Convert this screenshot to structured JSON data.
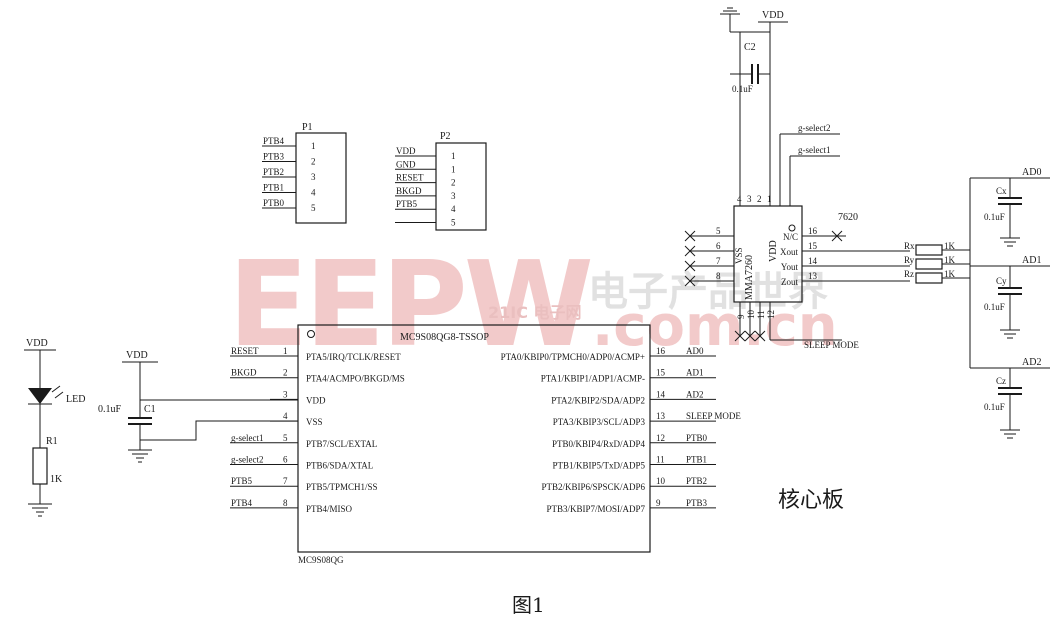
{
  "figure_caption": "图1",
  "board_label": "核心板",
  "mcu": {
    "title": "MC9S08QG8-TSSOP",
    "footer": "MC9S08QG",
    "left_pins": [
      {
        "net": "RESET",
        "num": "1",
        "name": "PTA5/IRQ/TCLK/RESET"
      },
      {
        "net": "BKGD",
        "num": "2",
        "name": "PTA4/ACMPO/BKGD/MS"
      },
      {
        "net": "",
        "num": "3",
        "name": "VDD"
      },
      {
        "net": "",
        "num": "4",
        "name": "VSS"
      },
      {
        "net": "g-select1",
        "num": "5",
        "name": "PTB7/SCL/EXTAL"
      },
      {
        "net": "g-select2",
        "num": "6",
        "name": "PTB6/SDA/XTAL"
      },
      {
        "net": "PTB5",
        "num": "7",
        "name": "PTB5/TPMCH1/SS"
      },
      {
        "net": "PTB4",
        "num": "8",
        "name": "PTB4/MISO"
      }
    ],
    "right_pins": [
      {
        "num": "16",
        "name": "PTA0/KBIP0/TPMCH0/ADP0/ACMP+",
        "net": "AD0"
      },
      {
        "num": "15",
        "name": "PTA1/KBIP1/ADP1/ACMP-",
        "net": "AD1"
      },
      {
        "num": "14",
        "name": "PTA2/KBIP2/SDA/ADP2",
        "net": "AD2"
      },
      {
        "num": "13",
        "name": "PTA3/KBIP3/SCL/ADP3",
        "net": "SLEEP MODE"
      },
      {
        "num": "12",
        "name": "PTB0/KBIP4/RxD/ADP4",
        "net": "PTB0"
      },
      {
        "num": "11",
        "name": "PTB1/KBIP5/TxD/ADP5",
        "net": "PTB1"
      },
      {
        "num": "10",
        "name": "PTB2/KBIP6/SPSCK/ADP6",
        "net": "PTB2"
      },
      {
        "num": "9",
        "name": "PTB3/KBIP7/MOSI/ADP7",
        "net": "PTB3"
      }
    ]
  },
  "header_p1": {
    "title": "P1",
    "pins": [
      {
        "net": "PTB4",
        "num": "1"
      },
      {
        "net": "PTB3",
        "num": "2"
      },
      {
        "net": "PTB2",
        "num": "3"
      },
      {
        "net": "PTB1",
        "num": "4"
      },
      {
        "net": "PTB0",
        "num": "5"
      }
    ]
  },
  "header_p2": {
    "title": "P2",
    "pins": [
      {
        "net": "VDD",
        "num": "1"
      },
      {
        "net": "GND",
        "num": "1"
      },
      {
        "net": "RESET",
        "num": "2"
      },
      {
        "net": "BKGD",
        "num": "3"
      },
      {
        "net": "PTB5",
        "num": "4"
      },
      {
        "net": "",
        "num": "5"
      }
    ]
  },
  "led_circuit": {
    "vdd": "VDD",
    "led_label": "LED",
    "resistor_ref": "R1",
    "resistor_value": "1K"
  },
  "decoupling_c1": {
    "vdd": "VDD",
    "ref": "C1",
    "value": "0.1uF"
  },
  "accelerometer": {
    "part": "7620",
    "label": "MMA7260",
    "vdd_pin_label": "VDD",
    "vss_pin_label": "VSS",
    "right_pins": [
      {
        "num": "16",
        "name": "N/C"
      },
      {
        "num": "15",
        "name": "Xout"
      },
      {
        "num": "14",
        "name": "Yout"
      },
      {
        "num": "13",
        "name": "Zout"
      }
    ],
    "left_pins": [
      "5",
      "6",
      "7",
      "8"
    ],
    "top_pins": [
      "4",
      "3",
      "2",
      "1"
    ],
    "bottom_pins": [
      "9",
      "10",
      "11",
      "12"
    ],
    "g_select2": "g-select2",
    "g_select1": "g-select1",
    "sleep_mode": "SLEEP MODE",
    "c2_ref": "C2",
    "c2_value": "0.1uF",
    "c2_vdd": "VDD"
  },
  "rc_filters": [
    {
      "net": "AD0",
      "r_ref": "Rx",
      "r_value": "1K",
      "c_ref": "Cx",
      "c_value": "0.1uF"
    },
    {
      "net": "AD1",
      "r_ref": "Ry",
      "r_value": "1K",
      "c_ref": "Cy",
      "c_value": "0.1uF"
    },
    {
      "net": "AD2",
      "r_ref": "Rz",
      "r_value": "1K",
      "c_ref": "Cz",
      "c_value": "0.1uF"
    }
  ],
  "watermark": {
    "brand": "EEPW",
    "site": ".com.cn",
    "cn_text": "电子产品世界",
    "small": "21IC 电子网"
  },
  "colors": {
    "ink": "#1a1a1a",
    "watermark_red": "#e8a0a0",
    "watermark_gray": "#c9c9c9"
  }
}
